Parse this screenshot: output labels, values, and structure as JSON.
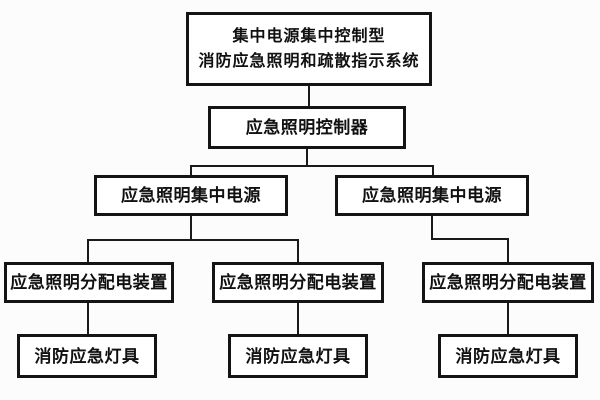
{
  "diagram": {
    "colors": {
      "background": "#fcfcfc",
      "box_fill": "#ffffff",
      "box_border": "#141414",
      "line": "#1a1a1a",
      "text": "#111111"
    },
    "nodes": {
      "system": {
        "line1": "集中电源集中控制型",
        "line2": "消防应急照明和疏散指示系统"
      },
      "controller": {
        "label": "应急照明控制器"
      },
      "power_left": {
        "label": "应急照明集中电源"
      },
      "power_right": {
        "label": "应急照明集中电源"
      },
      "dist_left": {
        "label": "应急照明分配电装置"
      },
      "dist_mid": {
        "label": "应急照明分配电装置"
      },
      "dist_right": {
        "label": "应急照明分配电装置"
      },
      "lamp_left": {
        "label": "消防应急灯具"
      },
      "lamp_mid": {
        "label": "消防应急灯具"
      },
      "lamp_right": {
        "label": "消防应急灯具"
      }
    }
  }
}
